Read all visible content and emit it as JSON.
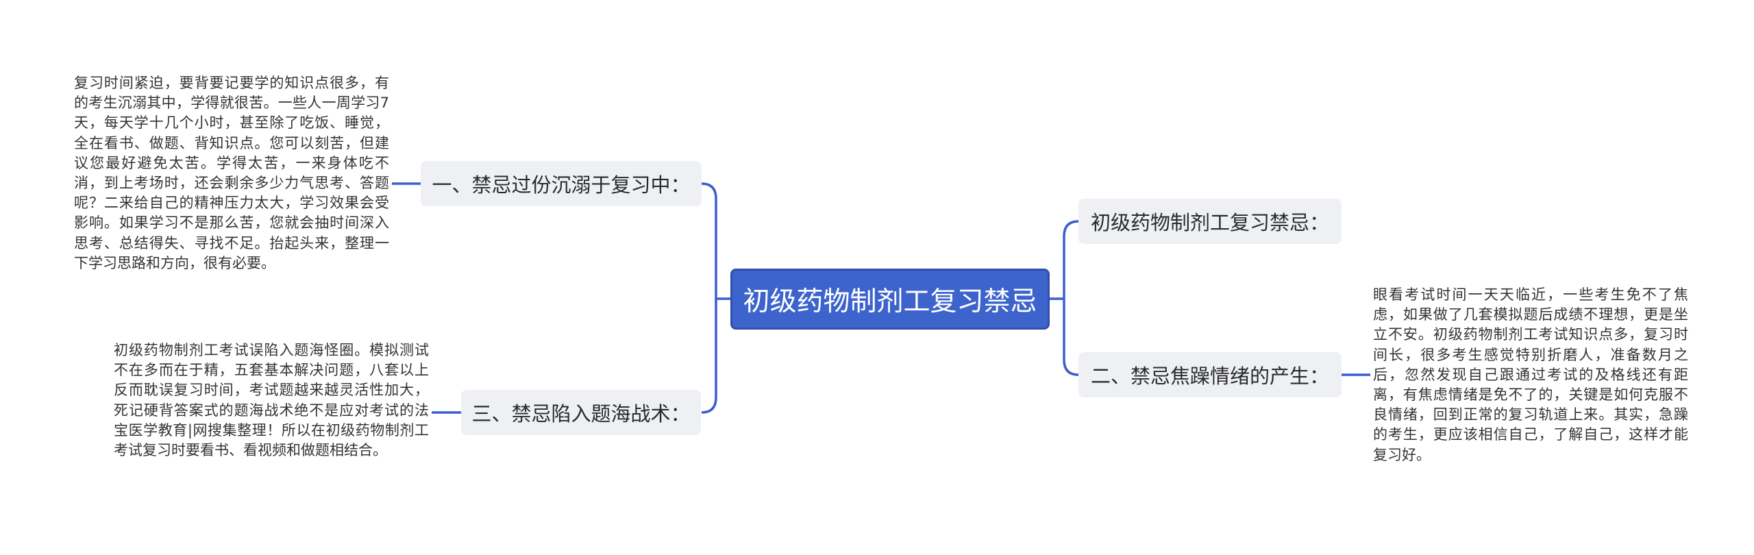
{
  "mindmap": {
    "root": {
      "title": "初级药物制剂工复习禁忌"
    },
    "branches": [
      {
        "label": "一、禁忌过份沉溺于复习中：",
        "detail": "复习时间紧迫，要背要记要学的知识点很多，有的考生沉溺其中，学得就很苦。一些人一周学习7天，每天学十几个小时，甚至除了吃饭、睡觉，全在看书、做题、背知识点。您可以刻苦，但建议您最好避免太苦。学得太苦，一来身体吃不消，到上考场时，还会剩余多少力气思考、答题呢？二来给自己的精神压力太大，学习效果会受影响。如果学习不是那么苦，您就会抽时间深入思考、总结得失、寻找不足。抬起头来，整理一下学习思路和方向，很有必要。"
      },
      {
        "label": "三、禁忌陷入题海战术：",
        "detail": "初级药物制剂工考试误陷入题海怪圈。模拟测试不在多而在于精，五套基本解决问题，八套以上反而耽误复习时间，考试题越来越灵活性加大，死记硬背答案式的题海战术绝不是应对考试的法宝医学教育|网搜集整理！所以在初级药物制剂工考试复习时要看书、看视频和做题相结合。"
      },
      {
        "label": "初级药物制剂工复习禁忌：",
        "detail": ""
      },
      {
        "label": "二、禁忌焦躁情绪的产生：",
        "detail": "眼看考试时间一天天临近，一些考生免不了焦虑，如果做了几套模拟题后成绩不理想，更是坐立不安。初级药物制剂工考试知识点多，复习时间长，很多考生感觉特别折磨人，准备数月之后，忽然发现自己跟通过考试的及格线还有距离，有焦虑情绪是免不了的，关键是如何克服不良情绪，回到正常的复习轨道上来。其实，急躁的考生，更应该相信自己，了解自己，这样才能复习好。"
      }
    ]
  },
  "colors": {
    "root_fill": "#3d64cc",
    "connector": "#3a5fcd",
    "branch_fill": "#eef0f4",
    "text": "#333333"
  }
}
